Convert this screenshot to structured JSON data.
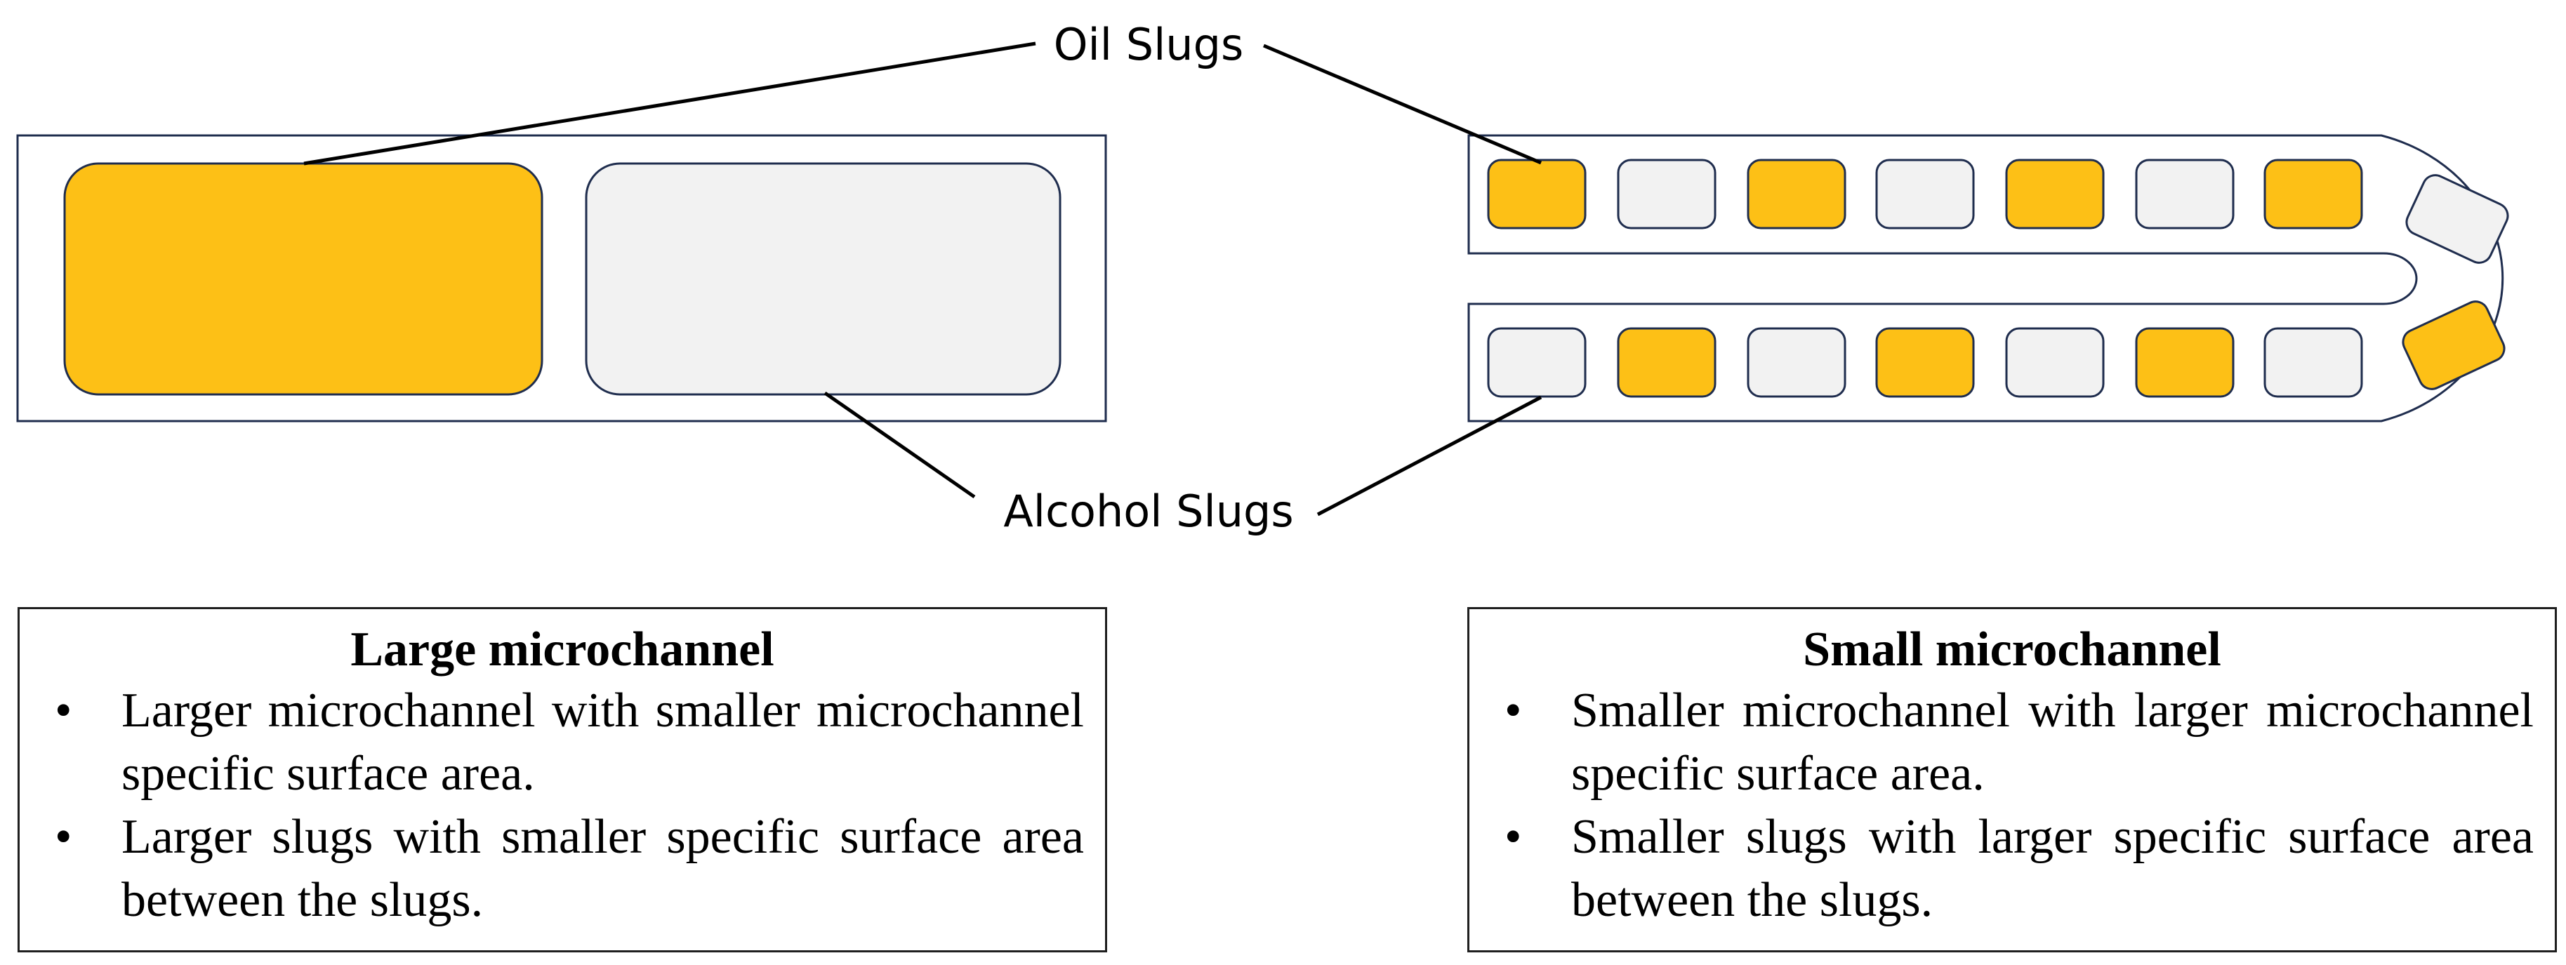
{
  "colors": {
    "oil": "#FDC016",
    "alcohol": "#F2F2F2",
    "outline": "#1F2D4E",
    "leader": "#000000"
  },
  "diagram": {
    "oil_label": "Oil Slugs",
    "alcohol_label": "Alcohol Slugs"
  },
  "large_panel": {
    "title": "Large microchannel",
    "bullets": [
      "Larger microchannel with smaller microchannel specific surface area.",
      "Larger slugs with smaller specific surface area between the slugs."
    ]
  },
  "small_panel": {
    "title": "Small microchannel",
    "bullets": [
      "Smaller microchannel with larger microchannel specific surface area.",
      "Smaller slugs with larger specific surface area between the slugs."
    ]
  }
}
